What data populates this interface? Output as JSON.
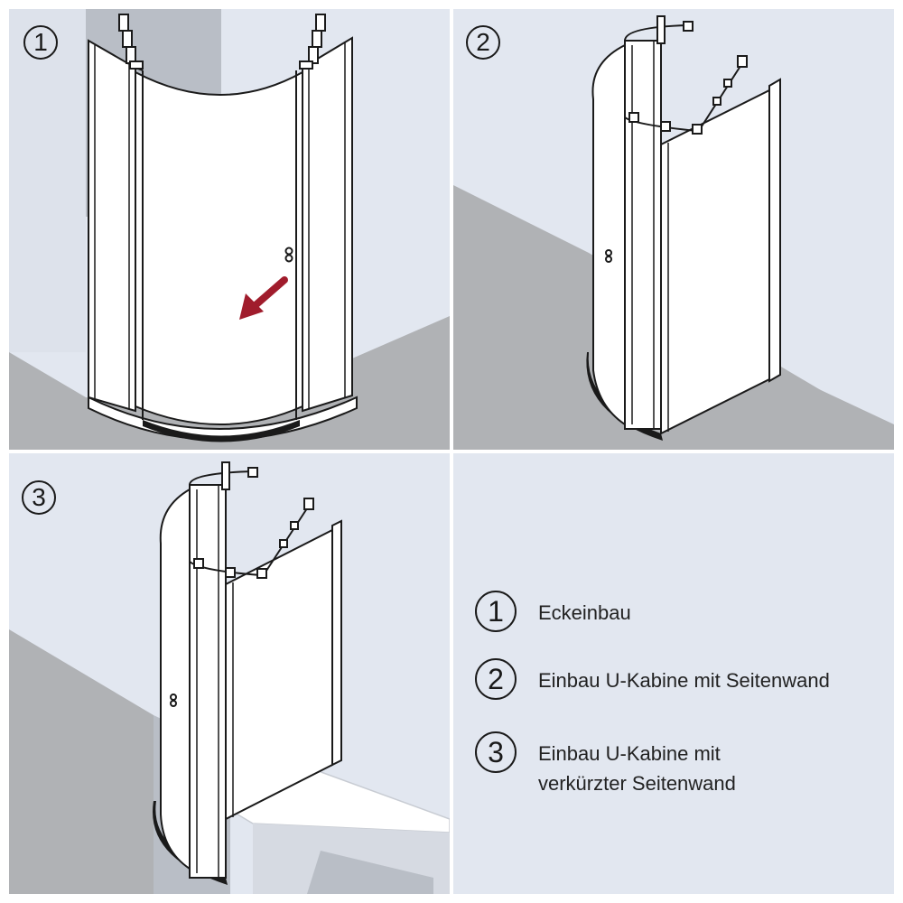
{
  "panels": [
    {
      "number": "1"
    },
    {
      "number": "2"
    },
    {
      "number": "3"
    }
  ],
  "legend": [
    {
      "number": "1",
      "lines": [
        "Eckeinbau"
      ]
    },
    {
      "number": "2",
      "lines": [
        "Einbau U-Kabine mit Seitenwand"
      ]
    },
    {
      "number": "3",
      "lines": [
        "Einbau U-Kabine mit",
        "verkürzter Seitenwand"
      ]
    }
  ],
  "colors": {
    "wall_light": "#e2e7f0",
    "wall_shade": "#b9bec6",
    "floor": "#b0b2b5",
    "glass": "#ffffff",
    "line": "#1a1a1a",
    "arrow": "#a01c2c"
  }
}
